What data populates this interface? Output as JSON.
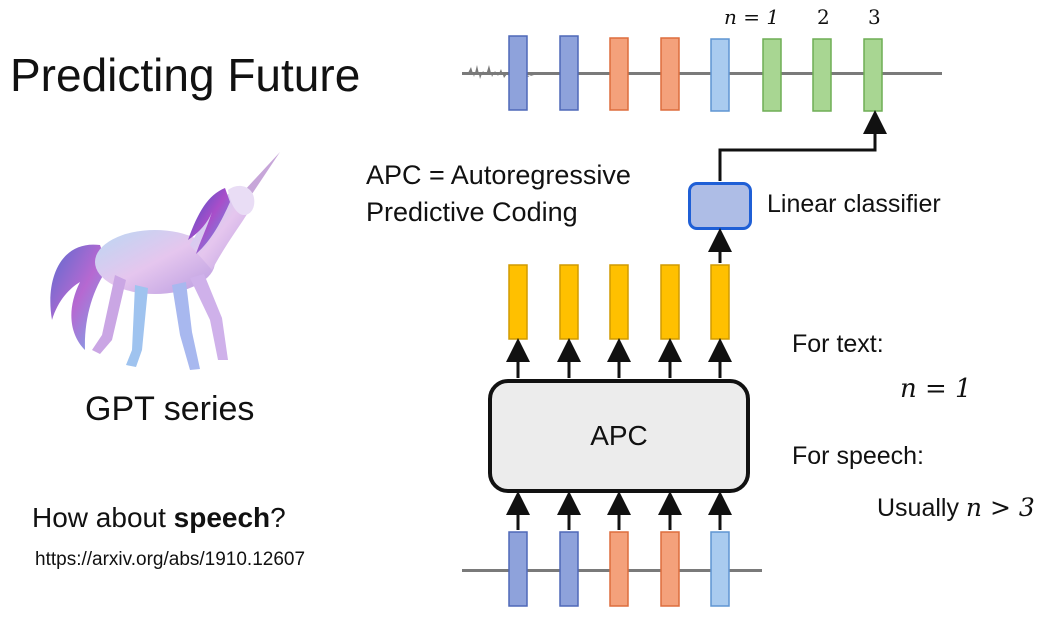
{
  "slide": {
    "title": "Predicting Future",
    "left_caption": "GPT series",
    "question_prefix": "How about ",
    "question_bold": "speech",
    "question_suffix": "?",
    "url": "https://arxiv.org/abs/1910.12607"
  },
  "diagram": {
    "apc_definition_line1": "APC = Autoregressive",
    "apc_definition_line2": "Predictive Coding",
    "linear_classifier_label": "Linear classifier",
    "apc_box_label": "APC",
    "top_labels": [
      "n = 1",
      "2",
      "3"
    ],
    "for_text_label": "For text:",
    "for_text_value": "n = 1",
    "for_speech_label": "For speech:",
    "for_speech_value_prefix": "Usually ",
    "for_speech_value_math": "n > 3"
  },
  "colors": {
    "frame_blue": "#8ea2db",
    "frame_blue_border": "#4f68b8",
    "frame_orange": "#f4a17b",
    "frame_orange_border": "#dd6d3d",
    "frame_lightblue": "#a9cbef",
    "frame_lightblue_border": "#5f95d2",
    "frame_green": "#a8d692",
    "frame_green_border": "#6fae55",
    "hidden_yellow": "#ffc000",
    "hidden_yellow_border": "#d19a00",
    "classifier_fill": "#aebde6",
    "classifier_border": "#1f5fd6",
    "apc_fill": "#ececec",
    "arrow": "#111111",
    "waveform": "#7a7a7a"
  },
  "icons": {
    "unicorn": "unicorn-illustration"
  }
}
